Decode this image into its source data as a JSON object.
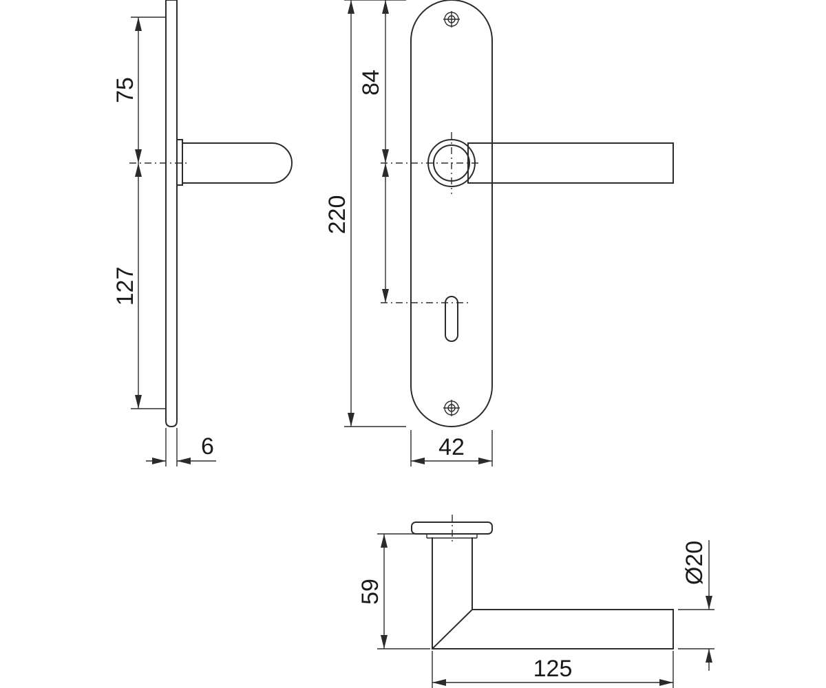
{
  "dimensions": {
    "side_upper": "75",
    "side_lower": "127",
    "plate_thickness": "6",
    "front_height": "220",
    "front_lever_offset": "84",
    "plate_width": "42",
    "bottom_projection": "59",
    "lever_length": "125",
    "lever_diameter": "Ø20"
  },
  "colors": {
    "line": "#2b2b2b",
    "background": "#ffffff"
  }
}
